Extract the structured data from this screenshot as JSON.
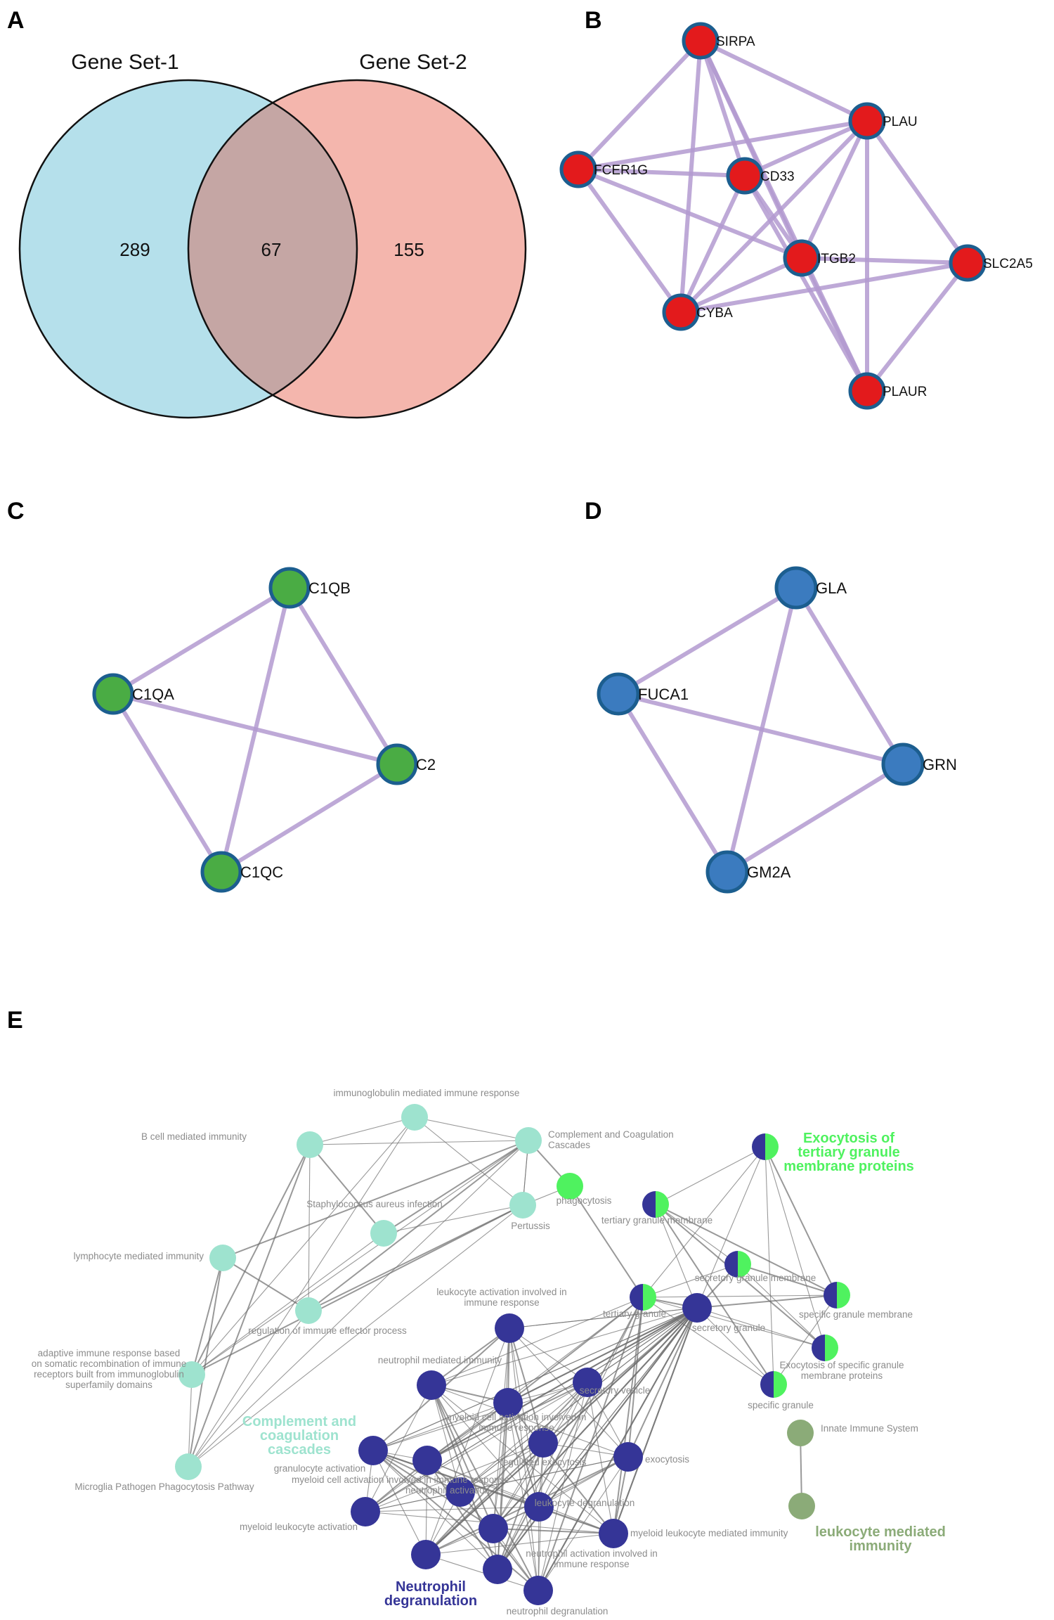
{
  "panels": {
    "A": "A",
    "B": "B",
    "C": "C",
    "D": "D",
    "E": "E"
  },
  "venn": {
    "set1_name": "Gene Set-1",
    "set2_name": "Gene Set-2",
    "only_set1": "289",
    "overlap": "67",
    "only_set2": "155",
    "colors": {
      "set1": "#b5e0eb",
      "set2": "#f4b6ad",
      "overlap": "#c5a6a4"
    }
  },
  "network_b": {
    "nodes": [
      "SIRPA",
      "PLAU",
      "FCER1G",
      "CD33",
      "ITGB2",
      "SLC2A5",
      "CYBA",
      "PLAUR"
    ],
    "node_color": "#e31a1c"
  },
  "network_c": {
    "nodes": [
      "C1QB",
      "C1QA",
      "C2",
      "C1QC"
    ],
    "node_color": "#4aac44"
  },
  "network_d": {
    "nodes": [
      "GLA",
      "FUCA1",
      "GRN",
      "GM2A"
    ],
    "node_color": "#3b7bbf"
  },
  "enrichment": {
    "terms": [
      "immunoglobulin mediated immune response",
      "B cell mediated immunity",
      "Complement and Coagulation Cascades",
      "Staphylococcus aureus infection",
      "Pertussis",
      "lymphocyte mediated immunity",
      "regulation of immune effector process",
      "adaptive immune response based on somatic recombination of immune receptors built from immunoglobulin superfamily domains",
      "Microglia Pathogen Phagocytosis Pathway",
      "phagocytosis",
      "tertiary granule membrane",
      "secretory granule membrane",
      "specific granule membrane",
      "Exocytosis of specific granule membrane proteins",
      "specific granule",
      "tertiary granule",
      "secretory granule",
      "leukocyte activation involved in immune response",
      "neutrophil mediated immunity",
      "secretory vesicle",
      "cell activation involved in immune response",
      "regulated exocytosis",
      "exocytosis",
      "granulocyte activation",
      "myeloid cell activation involved in immune response",
      "neutrophil activation",
      "leukocyte degranulation",
      "myeloid leukocyte activation",
      "myeloid leukocyte mediated immunity",
      "neutrophil activation involved in immune response",
      "neutrophil degranulation",
      "Innate Immune System",
      "Exocytosis of tertiary granule membrane proteins"
    ],
    "clusters": {
      "complement": "Complement and coagulation cascades",
      "neutrophil": "Neutrophil degranulation",
      "exocytosis": "Exocytosis of tertiary granule membrane proteins",
      "leukocyte": "leukocyte mediated immunity"
    },
    "colors": {
      "complement": "#9ee3cf",
      "neutrophil": "#353597",
      "exocytosis": "#4ff25f",
      "leukocyte": "#8bab78"
    }
  }
}
